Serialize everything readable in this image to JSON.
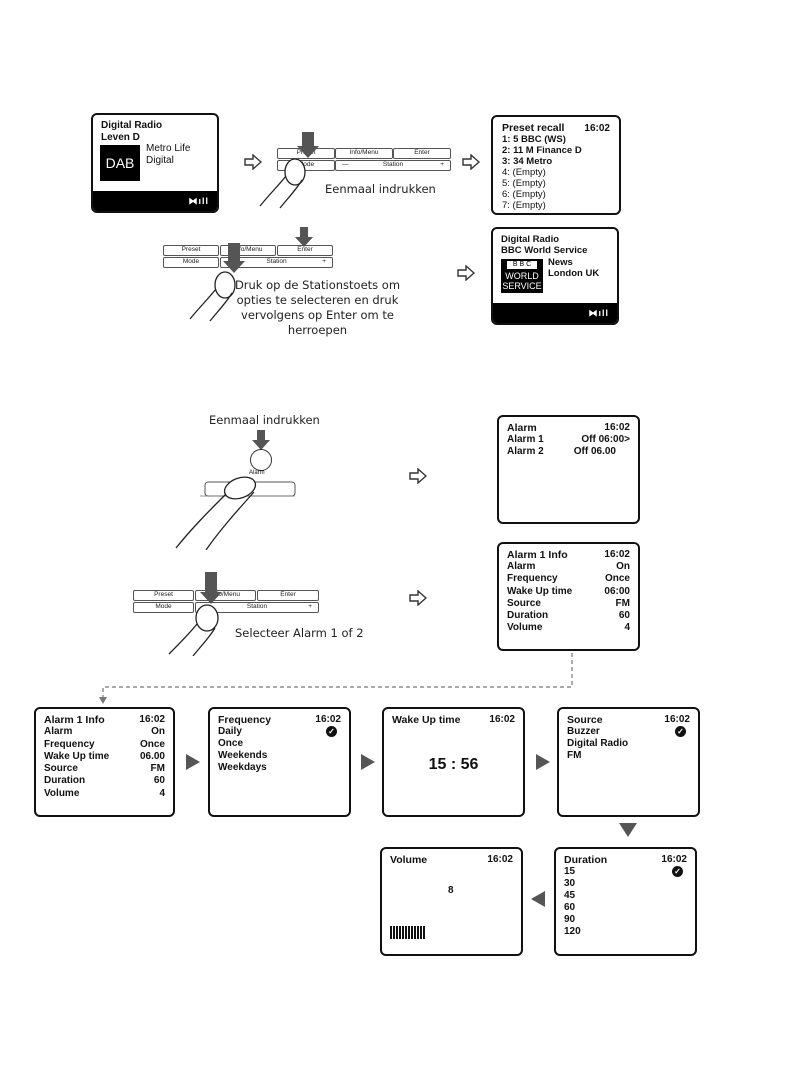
{
  "screen1": {
    "line1": "Digital  Radio",
    "line2": "Leven D",
    "logo": "DAB",
    "info1": "Metro Life",
    "info2": "Digital",
    "signal_icon": "signal-strength-icon"
  },
  "keypad": {
    "preset": "Preset",
    "info_menu": "Info/Menu",
    "enter": "Enter",
    "mode": "Mode",
    "station": "Station",
    "minus": "—",
    "plus": "+",
    "alarm": "Alarm"
  },
  "notes": {
    "press_once_1": "Eenmaal indrukken",
    "station_note_1": "Druk op de Stationstoets om",
    "station_note_2": "opties te selecteren en druk",
    "station_note_3": "vervolgens op Enter om te herroepen",
    "press_once_2": "Eenmaal indrukken",
    "select_alarm": "Selecteer Alarm 1 of 2"
  },
  "preset_recall": {
    "title": "Preset recall",
    "time": "16:02",
    "items": [
      "1: 5 BBC (WS)",
      "2: 11 M Finance D",
      "3: 34 Metro",
      "4: (Empty)",
      "5: (Empty)",
      "6: (Empty)",
      "7: (Empty)"
    ]
  },
  "screen2": {
    "line1": "Digital Radio",
    "line2": "BBC World Service",
    "logo_top": "B B C",
    "logo_l1": "WORLD",
    "logo_l2": "SERVICE",
    "info1": "News",
    "info2": "London UK"
  },
  "alarm_screen": {
    "title": "Alarm",
    "time": "16:02",
    "rows": [
      {
        "label": "Alarm 1",
        "value": "Off  06:00>"
      },
      {
        "label": "Alarm 2",
        "value": "Off 06.00"
      }
    ]
  },
  "alarm_info": {
    "title": "Alarm 1 Info",
    "time": "16:02",
    "rows": [
      {
        "label": "Alarm",
        "value": "On"
      },
      {
        "label": "Frequency",
        "value": "Once"
      },
      {
        "label": "Wake Up time",
        "value": "06:00"
      },
      {
        "label": "Source",
        "value": "FM"
      },
      {
        "label": "Duration",
        "value": "60"
      },
      {
        "label": "Volume",
        "value": "4"
      }
    ]
  },
  "alarm_info2": {
    "title": "Alarm 1 Info",
    "time": "16:02",
    "rows": [
      {
        "label": "Alarm",
        "value": "On"
      },
      {
        "label": "Frequency",
        "value": "Once"
      },
      {
        "label": "Wake Up time",
        "value": "06.00"
      },
      {
        "label": "Source",
        "value": "FM"
      },
      {
        "label": "Duration",
        "value": "60"
      },
      {
        "label": "Volume",
        "value": "4"
      }
    ]
  },
  "frequency": {
    "title": "Frequency",
    "time": "16:02",
    "items": [
      "Daily",
      "Once",
      "Weekends",
      "Weekdays"
    ]
  },
  "wakeup": {
    "title": "Wake Up time",
    "time": "16:02",
    "value": "15 : 56"
  },
  "source": {
    "title": "Source",
    "time": "16:02",
    "items": [
      "Buzzer",
      "Digital Radio",
      "FM"
    ]
  },
  "duration": {
    "title": "Duration",
    "time": "16:02",
    "items": [
      "15",
      "30",
      "45",
      "60",
      "90",
      "120"
    ]
  },
  "volume": {
    "title": "Volume",
    "time": "16:02",
    "value": "8",
    "level": 8
  }
}
